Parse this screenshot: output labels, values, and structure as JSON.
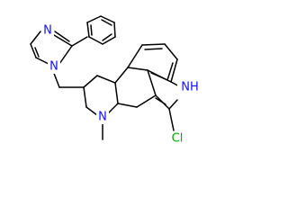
{
  "molecule": {
    "atom_labels": [
      {
        "id": "N_imidazole_top",
        "text": "N",
        "color": "#1010ff"
      },
      {
        "id": "N_imidazole_sub",
        "text": "N",
        "color": "#1010ff"
      },
      {
        "id": "NH_indole",
        "text": "NH",
        "color": "#1010ff"
      },
      {
        "id": "N_ring",
        "text": "N",
        "color": "#1010ff"
      },
      {
        "id": "Cl",
        "text": "Cl",
        "color": "#00aa00"
      }
    ],
    "colors": {
      "bond": "#000000",
      "nitrogen": "#1010ff",
      "chlorine": "#00aa00",
      "background": "#ffffff"
    }
  }
}
